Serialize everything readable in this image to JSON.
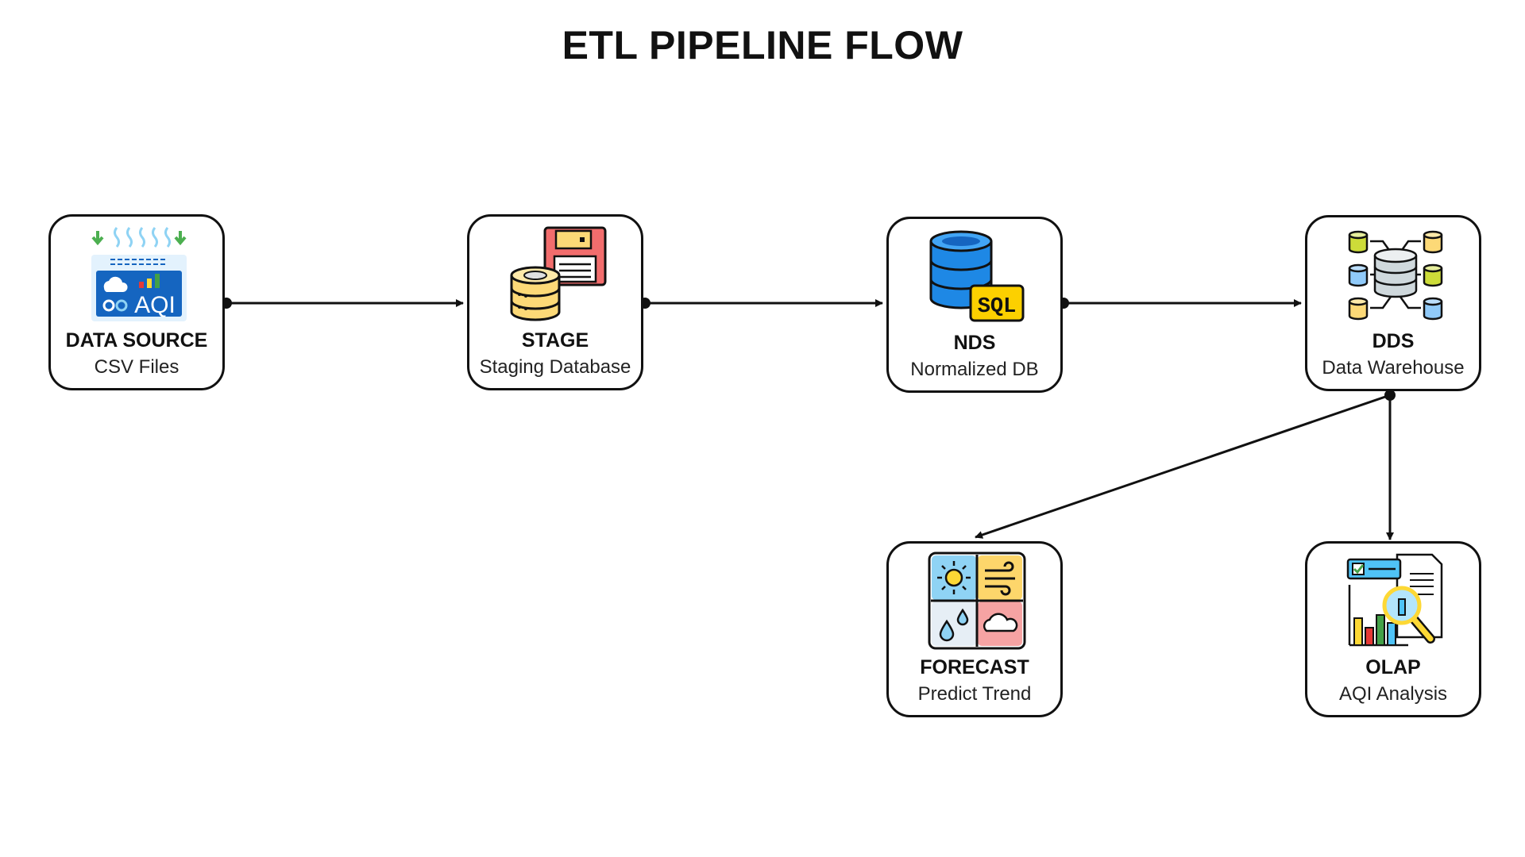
{
  "title": "ETL PIPELINE FLOW",
  "nodes": {
    "source": {
      "label": "DATA SOURCE",
      "sub": "CSV Files",
      "icon": "aqi-monitor-icon",
      "icon_text": "AQI"
    },
    "stage": {
      "label": "STAGE",
      "sub": "Staging Database",
      "icon": "database-floppy-icon"
    },
    "nds": {
      "label": "NDS",
      "sub": "Normalized DB",
      "icon": "sql-database-icon",
      "icon_text": "SQL"
    },
    "dds": {
      "label": "DDS",
      "sub": "Data Warehouse",
      "icon": "data-warehouse-network-icon"
    },
    "forecast": {
      "label": "FORECAST",
      "sub": "Predict Trend",
      "icon": "weather-forecast-icon"
    },
    "olap": {
      "label": "OLAP",
      "sub": "AQI Analysis",
      "icon": "analytics-report-icon"
    }
  },
  "edges": [
    {
      "from": "DATA SOURCE",
      "to": "STAGE"
    },
    {
      "from": "STAGE",
      "to": "NDS"
    },
    {
      "from": "NDS",
      "to": "DDS"
    },
    {
      "from": "DDS",
      "to": "FORECAST"
    },
    {
      "from": "DDS",
      "to": "OLAP"
    }
  ],
  "colors": {
    "stroke": "#111111",
    "aqi_blue": "#1565c0",
    "db_yellow": "#fcd977",
    "floppy_red": "#f26d6d",
    "db_blue": "#1e88e5",
    "sql_yellow": "#fcd000",
    "forecast_sky": "#8fd3f4",
    "forecast_wind": "#fdd66b",
    "forecast_rain": "#e6eef5",
    "forecast_cloud": "#f6a3a3"
  }
}
